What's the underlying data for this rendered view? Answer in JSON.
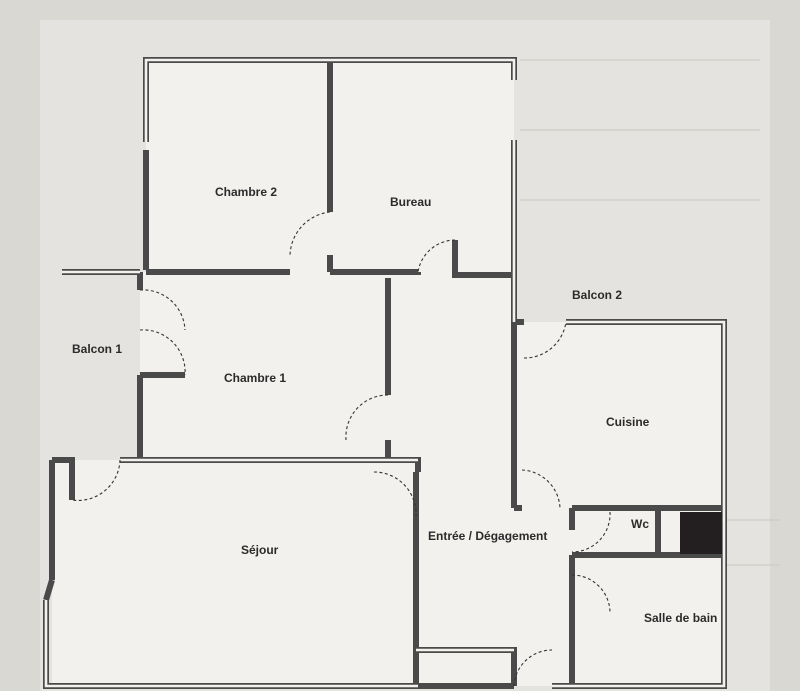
{
  "plan": {
    "rooms": [
      {
        "id": "chambre2",
        "label": "Chambre 2"
      },
      {
        "id": "bureau",
        "label": "Bureau"
      },
      {
        "id": "balcon1",
        "label": "Balcon  1"
      },
      {
        "id": "chambre1",
        "label": "Chambre 1"
      },
      {
        "id": "balcon2",
        "label": "Balcon  2"
      },
      {
        "id": "cuisine",
        "label": "Cuisine"
      },
      {
        "id": "sejour",
        "label": "Séjour"
      },
      {
        "id": "entree",
        "label": "Entrée / Dégagement"
      },
      {
        "id": "wc",
        "label": "Wc"
      },
      {
        "id": "sdb",
        "label": "Salle de bain"
      }
    ]
  },
  "colors": {
    "background": "#d9d8d3",
    "floor": "#f2f1ee",
    "wall": "#4a4a4a",
    "fixture": "#231f20"
  }
}
